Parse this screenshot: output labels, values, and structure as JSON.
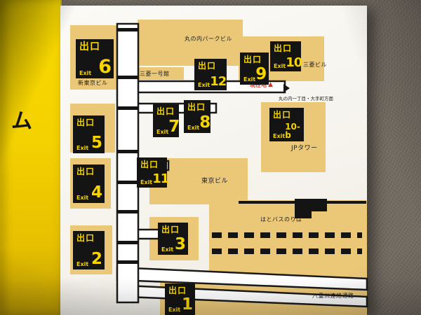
{
  "sign": {
    "side_text": "ム"
  },
  "map": {
    "colors": {
      "building": "#ebc878",
      "exit_bg": "#141414",
      "exit_text": "#f5d400",
      "panel_white": "#f7f5f0",
      "band_yellow": "#f4d100",
      "accent_red": "#d0321f"
    },
    "exits": {
      "e1": {
        "jp": "出口",
        "en": "Exit",
        "num": "1"
      },
      "e2": {
        "jp": "出口",
        "en": "Exit",
        "num": "2"
      },
      "e3": {
        "jp": "出口",
        "en": "Exit",
        "num": "3"
      },
      "e4": {
        "jp": "出口",
        "en": "Exit",
        "num": "4"
      },
      "e5": {
        "jp": "出口",
        "en": "Exit",
        "num": "5"
      },
      "e6": {
        "jp": "出口",
        "en": "Exit",
        "num": "6"
      },
      "e7": {
        "jp": "出口",
        "en": "Exit",
        "num": "7"
      },
      "e8": {
        "jp": "出口",
        "en": "Exit",
        "num": "8"
      },
      "e9": {
        "jp": "出口",
        "en": "Exit",
        "num": "9"
      },
      "e10": {
        "jp": "出口",
        "en": "Exit",
        "num": "10"
      },
      "e10b": {
        "jp": "出口",
        "en": "Exit",
        "num": "10-b"
      },
      "e11": {
        "jp": "出口",
        "en": "Exit",
        "num": "11"
      },
      "e12": {
        "jp": "出口",
        "en": "Exit",
        "num": "12"
      }
    },
    "labels": {
      "marunouchi_park_bldg": "丸の内パークビル",
      "mitsubishi_ichigokan": "三菱一号館",
      "mitsubishi_bldg": "三菱ビル",
      "shin_tokyo_bldg": "新東京ビル",
      "jp_tower": "JPタワー",
      "tokyo_bldg": "東京ビル",
      "hato_bus_stop": "はとバスのりば",
      "yaesu_passage": "八重洲連絡通路",
      "you_are_here": "現在地",
      "you_are_here_marker": "▲",
      "direction_note": "丸の内一丁目・大手町方面"
    }
  }
}
